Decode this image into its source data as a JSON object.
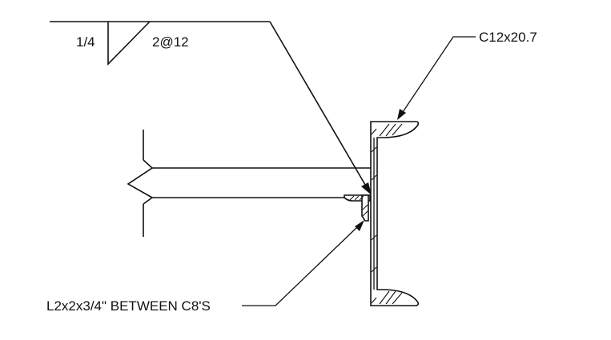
{
  "weld_symbol": {
    "size": "1/4",
    "spacing": "2@12"
  },
  "labels": {
    "channel": "C12x20.7",
    "angle": "L2x2x3/4\" BETWEEN C8'S"
  }
}
